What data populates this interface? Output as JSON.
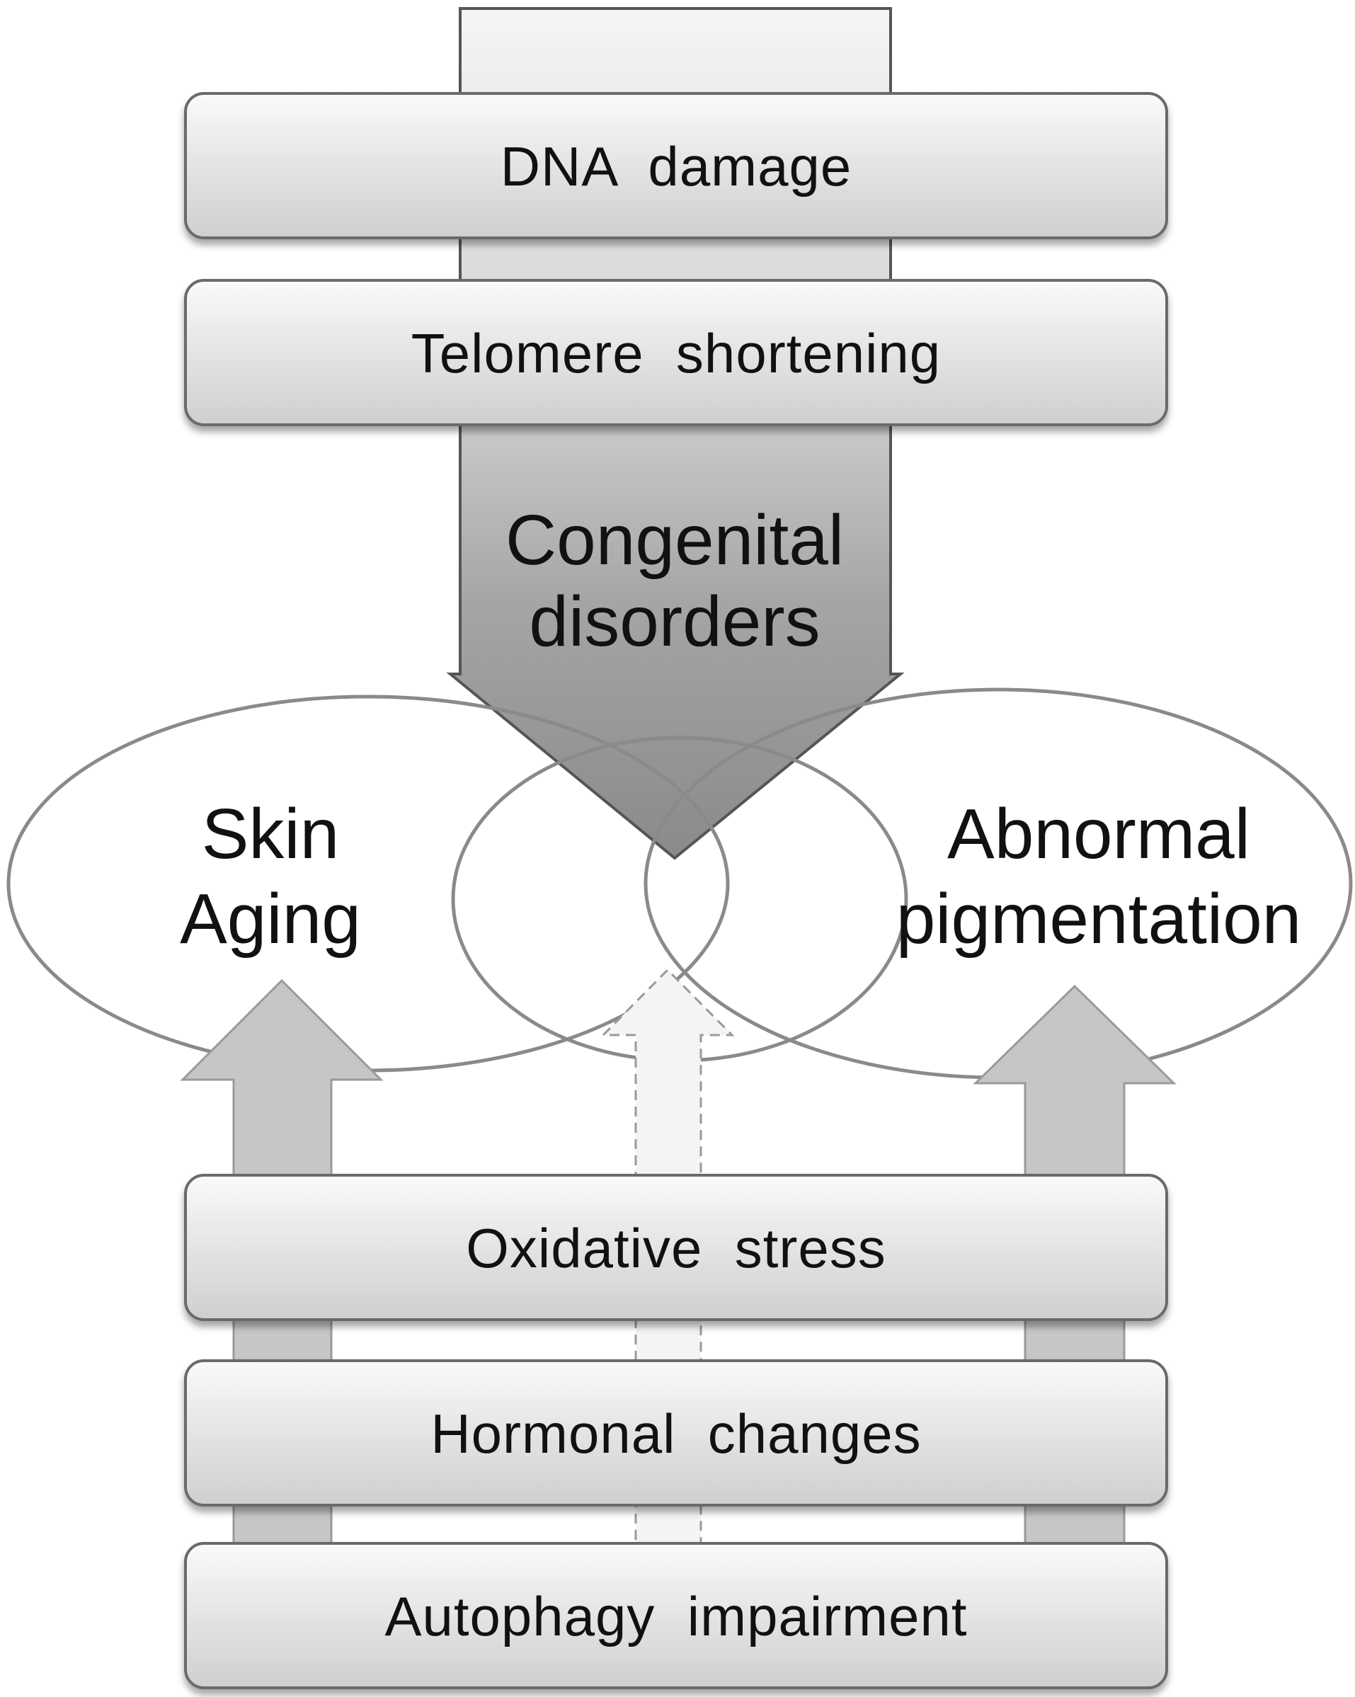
{
  "top_boxes": [
    {
      "label": "DNA  damage"
    },
    {
      "label": "Telomere  shortening"
    }
  ],
  "arrow_label": [
    "Congenital",
    "disorders"
  ],
  "ellipses": {
    "left": [
      "Skin",
      "Aging"
    ],
    "right": [
      "Abnormal",
      "pigmentation"
    ]
  },
  "bottom_boxes": [
    {
      "label": "Oxidative  stress"
    },
    {
      "label": "Hormonal  changes"
    },
    {
      "label": "Autophagy  impairment"
    }
  ],
  "colors": {
    "box_fill": "#e2e2e2",
    "arrow_dark": "#8c8c8c",
    "arrow_light": "#f4f4f4",
    "up_arrow": "#c6c6c6",
    "ellipse_stroke": "#8a8a8a"
  }
}
